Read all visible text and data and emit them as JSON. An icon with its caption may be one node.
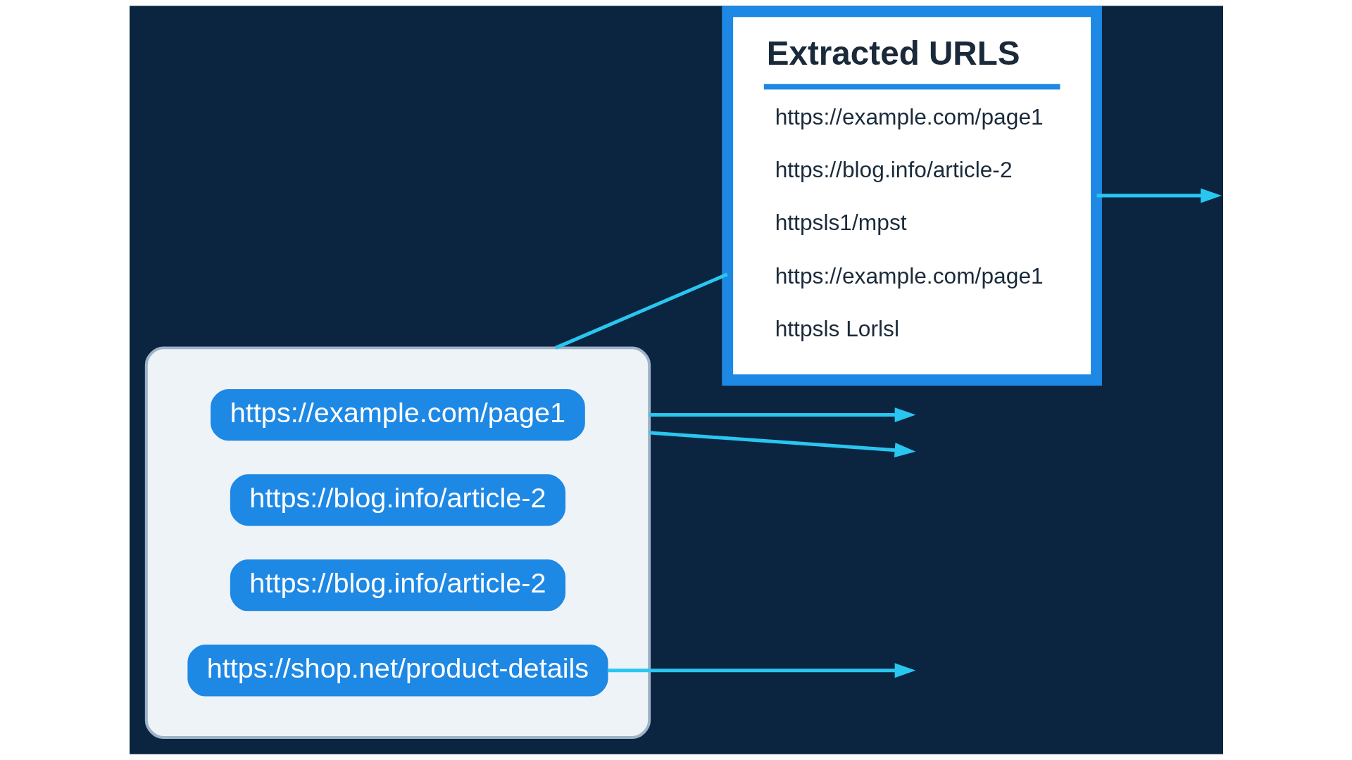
{
  "diagram": {
    "nodes": [
      {
        "text": [],
        "shape": "box"
      },
      {
        "text": [
          "https://example.com/page1"
        ],
        "in": 0
      },
      {
        "text": [
          "https://blog.info/article-2"
        ],
        "in": 0
      },
      {
        "text": [
          "https://blog.info/article-2"
        ],
        "in": 0
      },
      {
        "text": [
          "https://shop.net/product-details"
        ],
        "in": 0
      },
      {
        "text": [
          "Extracted URLS",
          "https://example.com/page1",
          "https://blog.info/article-2",
          "httpsls1/mpst",
          "https://example.com/page1",
          "httpsls Lorlsl"
        ]
      }
    ],
    "edges": [
      {
        "from": 0,
        "to": 5,
        "arrow": "none"
      },
      {
        "from": 5,
        "to": null,
        "arrow": "to"
      },
      {
        "from": 4,
        "to": null,
        "arrow": "to"
      },
      {
        "from": 0,
        "to": null,
        "arrow": "to"
      },
      {
        "from": 0,
        "to": null,
        "arrow": "to"
      }
    ]
  }
}
